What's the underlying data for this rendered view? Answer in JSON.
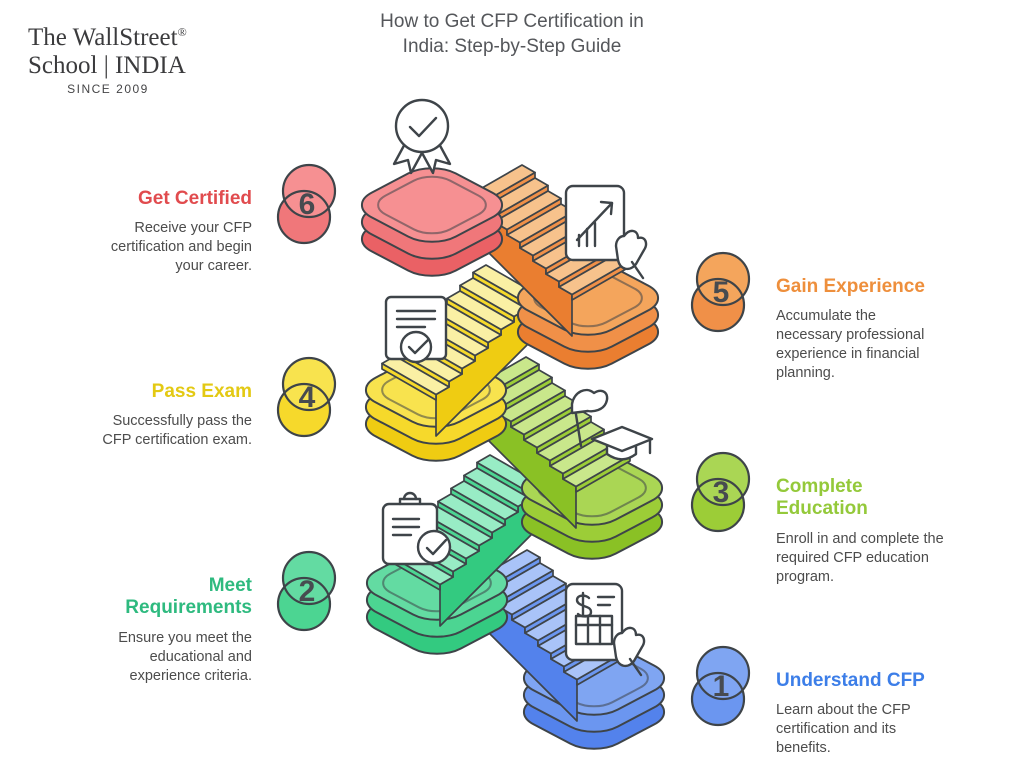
{
  "header": {
    "logo": {
      "name_line1": "The WallStreet",
      "registered_mark": "®",
      "name_line2": "School | INDIA",
      "tagline": "SINCE 2009"
    },
    "title_line1": "How to Get CFP Certification in",
    "title_line2": "India: Step-by-Step Guide"
  },
  "steps": [
    {
      "number": "1",
      "title": "Understand CFP",
      "description": "Learn about the CFP certification and its benefits.",
      "accent_color": "#3c7ee8",
      "platform_color": "#6b96f0",
      "side": "right",
      "icon": "dollar-document-and-hand"
    },
    {
      "number": "2",
      "title": "Meet Requirements",
      "description": "Ensure you meet the educational and experience criteria.",
      "accent_color": "#2eba7f",
      "platform_color": "#4cd592",
      "side": "left",
      "icon": "clipboard-check"
    },
    {
      "number": "3",
      "title": "Complete Education",
      "description": "Enroll in and complete the required CFP education program.",
      "accent_color": "#94c93a",
      "platform_color": "#9ccd37",
      "side": "right",
      "icon": "flag-and-graduation-cap"
    },
    {
      "number": "4",
      "title": "Pass Exam",
      "description": "Successfully pass the CFP certification exam.",
      "accent_color": "#e3c913",
      "platform_color": "#f6d92b",
      "side": "left",
      "icon": "document-check"
    },
    {
      "number": "5",
      "title": "Gain Experience",
      "description": "Accumulate the necessary professional experience in financial planning.",
      "accent_color": "#ee8f3c",
      "platform_color": "#f09048",
      "side": "right",
      "icon": "growth-chart-document-and-hand"
    },
    {
      "number": "6",
      "title": "Get Certified",
      "description": "Receive your CFP certification and begin your career.",
      "accent_color": "#e14b4e",
      "platform_color": "#f0777a",
      "side": "left",
      "icon": "medal-check"
    }
  ],
  "illustration": {
    "type": "zigzag-staircase",
    "outline_color": "#3e4449",
    "order_top_to_bottom": [
      "6",
      "5",
      "4",
      "3",
      "2",
      "1"
    ]
  }
}
